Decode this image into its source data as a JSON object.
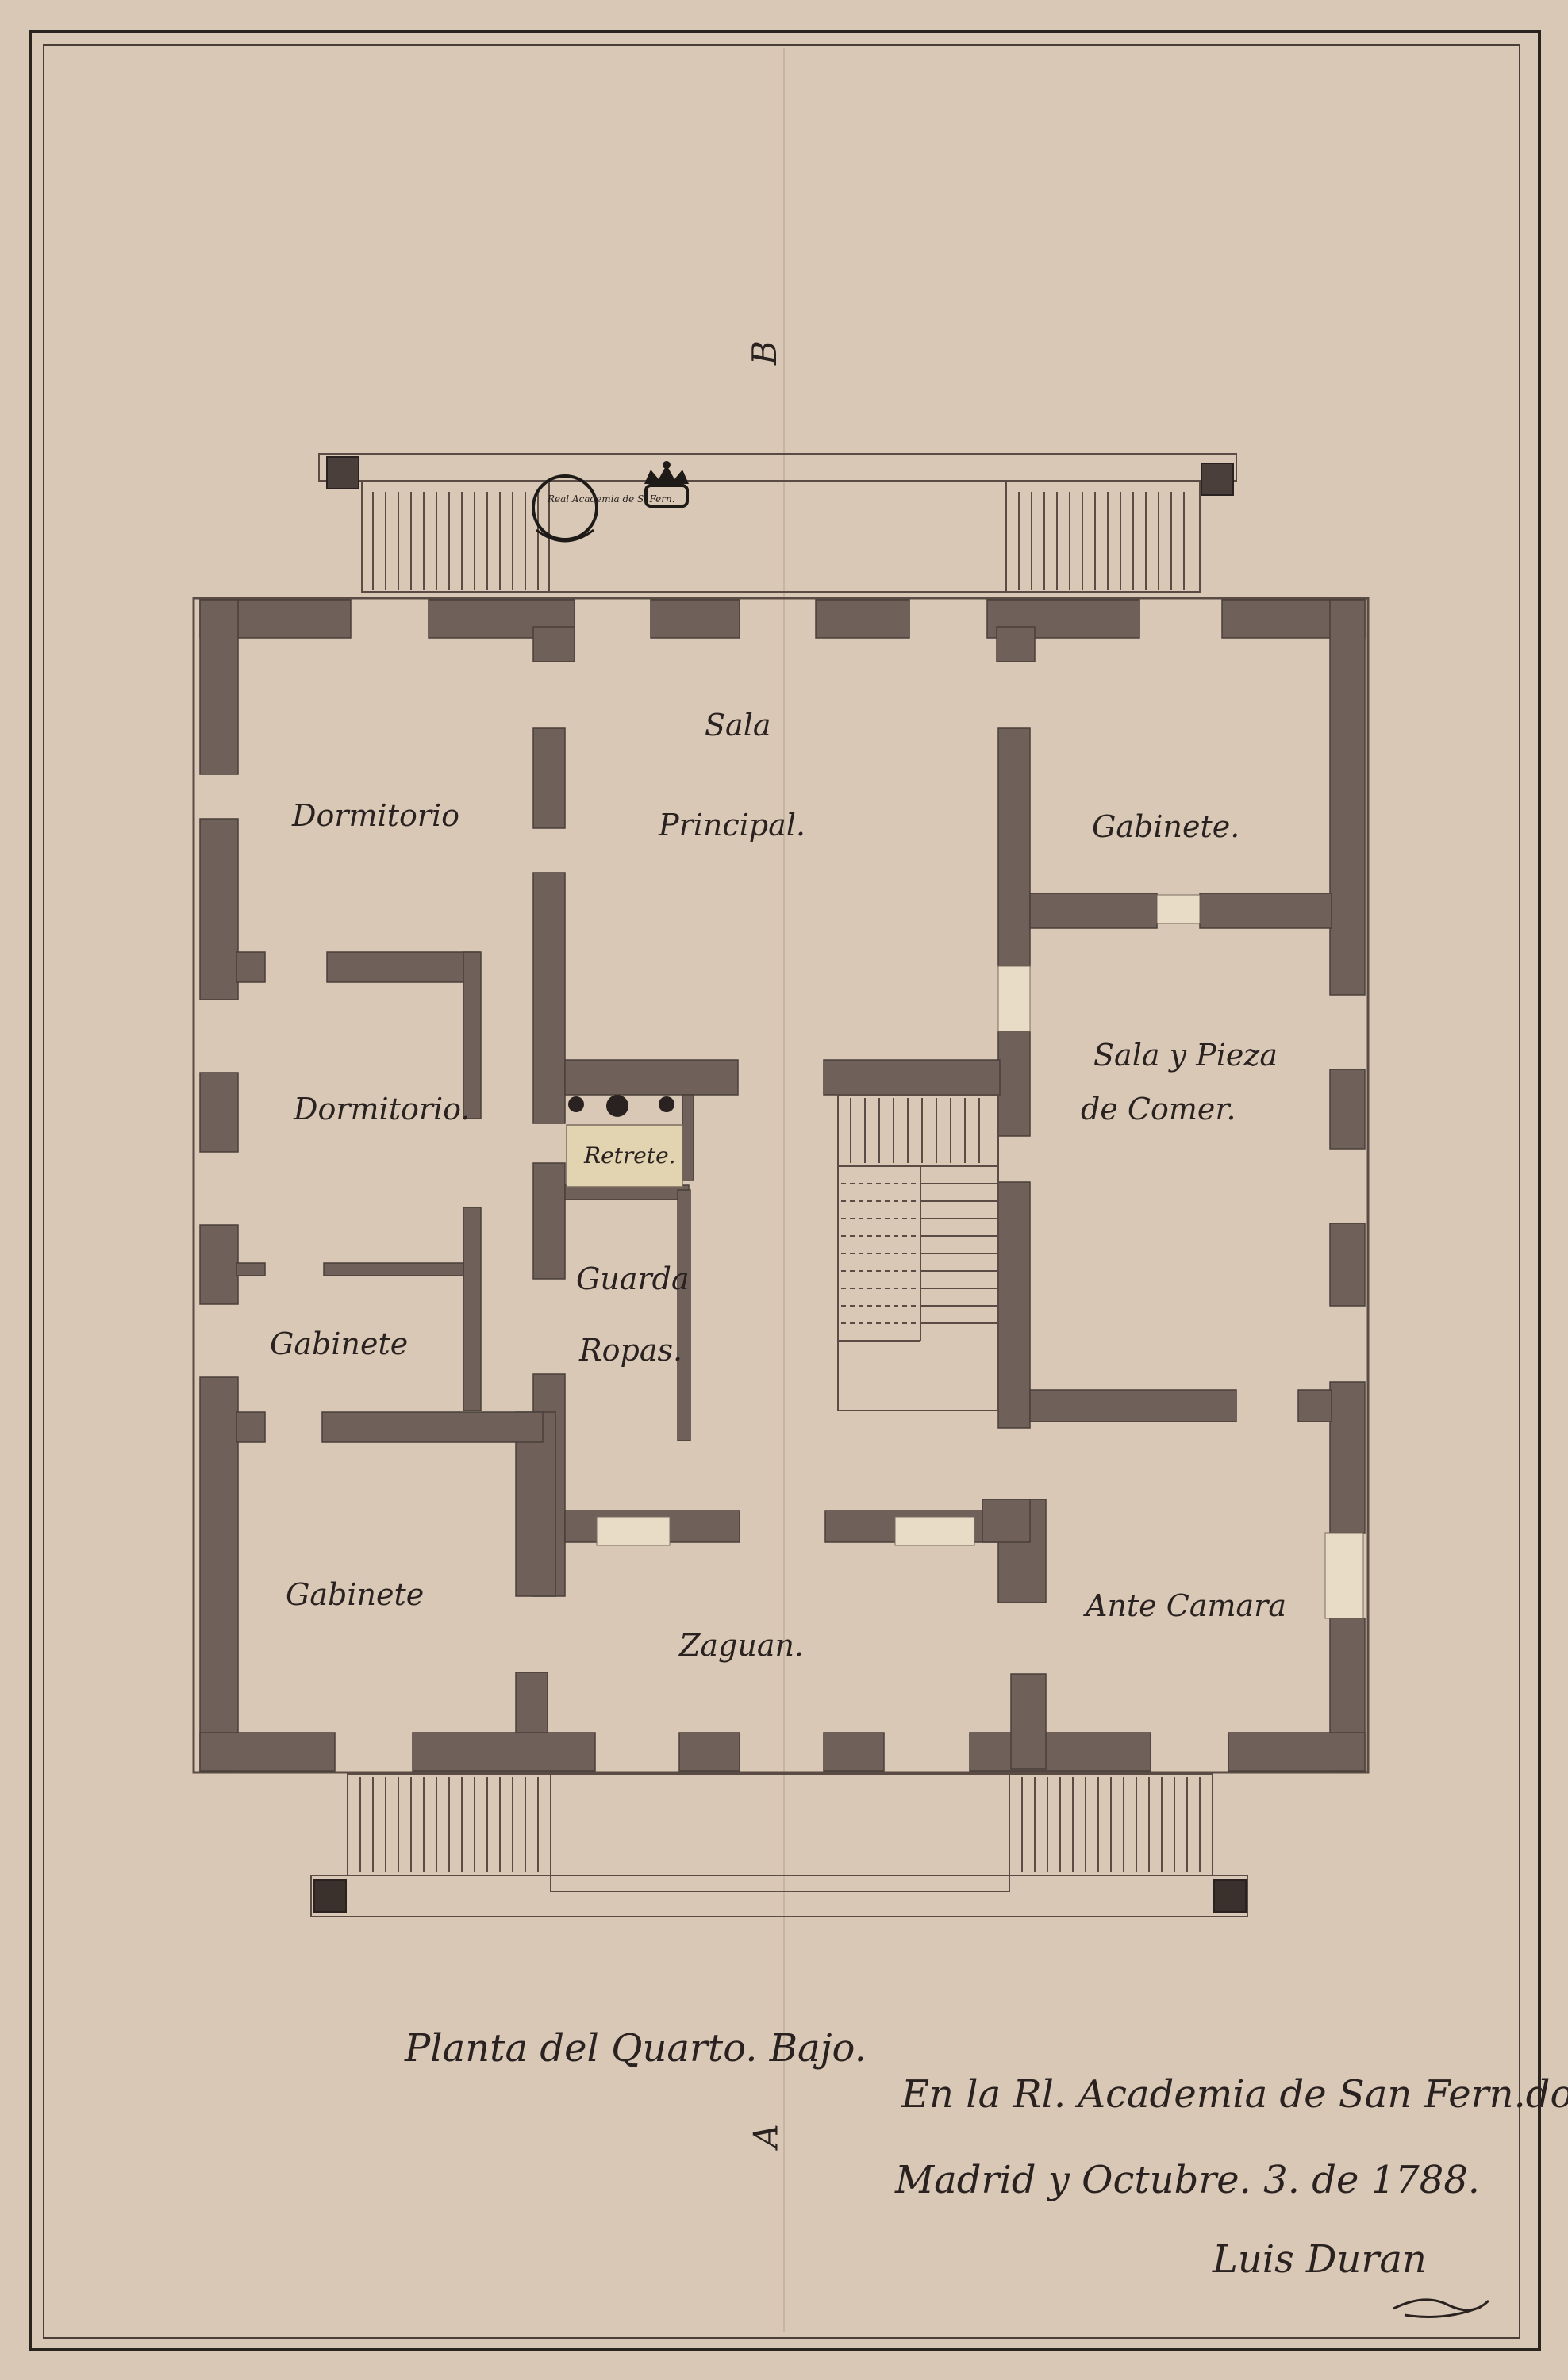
{
  "drawing": {
    "axis_top": "B",
    "axis_bottom": "A",
    "rooms": {
      "dormitorio_top": "Dormitorio",
      "sala_line1": "Sala",
      "sala_line2": "Principal.",
      "gabinete_top_right": "Gabinete.",
      "dormitorio_mid": "Dormitorio.",
      "sala_comer_line1": "Sala y Pieza",
      "sala_comer_line2": "de Comer.",
      "retrete": "Retrete.",
      "guarda_line1": "Guarda",
      "guarda_line2": "Ropas.",
      "gabinete_left_mid": "Gabinete",
      "gabinete_left_bottom": "Gabinete",
      "ante_camara": "Ante Camara",
      "zaguan": "Zaguan."
    },
    "captions": {
      "title": "Planta del Quarto. Bajo.",
      "academy": "En la Rl. Academia de San Fern.do",
      "date": "Madrid y Octubre. 3. de 1788.",
      "signature": "Luis Duran"
    },
    "stamp_text": "Real Academia de S. Fern.",
    "colors": {
      "paper": "#d9c8b6",
      "wall_wash": "#6f615a",
      "ink": "#2a2220"
    }
  }
}
